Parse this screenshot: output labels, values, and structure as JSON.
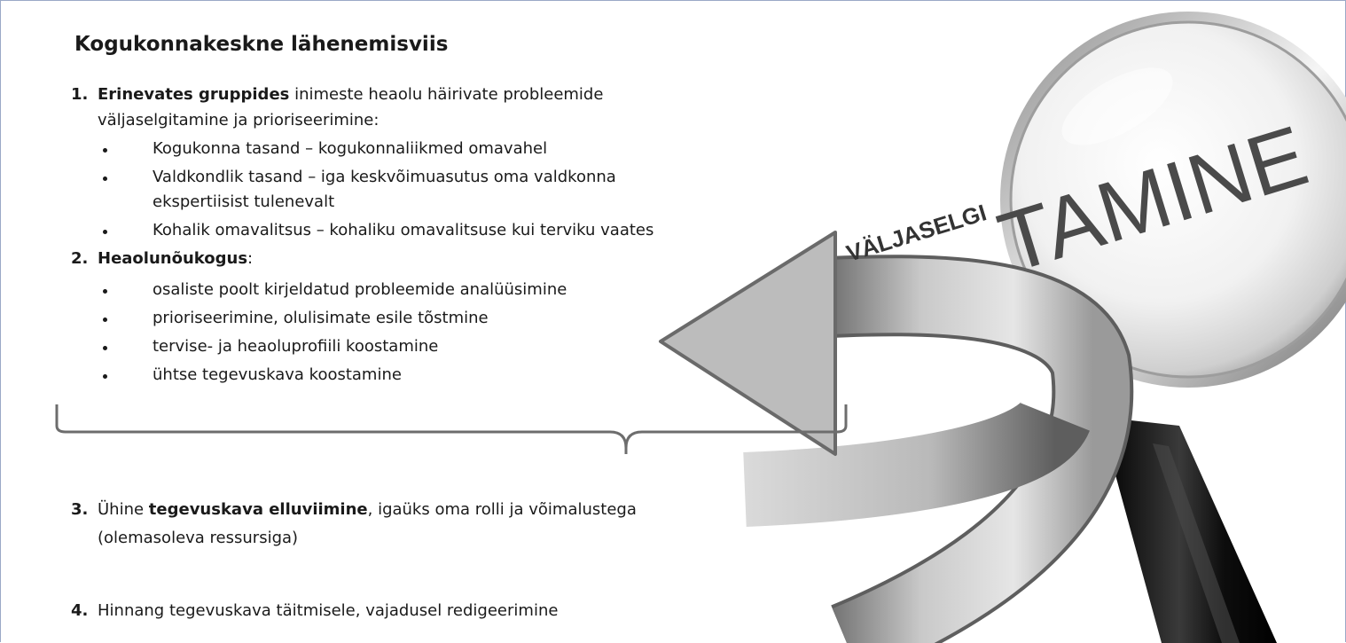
{
  "title": "Kogukonnakeskne lähenemisviis",
  "items": [
    {
      "number": "1.",
      "bold": "Erinevates gruppides",
      "text_after": " inimeste heaolu häirivate probleemide",
      "line2": "väljaselgitamine ja prioriseerimine:",
      "bullets": [
        {
          "line1": "Kogukonna tasand – kogukonnaliikmed omavahel"
        },
        {
          "line1": "Valdkondlik tasand – iga keskvõimuasutus oma valdkonna",
          "line2": "ekspertiisist tulenevalt"
        },
        {
          "line1": "Kohalik omavalitsus – kohaliku omavalitsuse kui terviku vaates"
        }
      ]
    },
    {
      "number": "2.",
      "bold": "Heaolunõukogus",
      "text_after": ":",
      "bullets": [
        {
          "line1": "osaliste poolt kirjeldatud probleemide analüüsimine"
        },
        {
          "line1": "prioriseerimine, olulisimate esile tõstmine"
        },
        {
          "line1": "tervise- ja heaoluprofiili koostamine"
        },
        {
          "line1": "ühtse tegevuskava koostamine"
        }
      ]
    },
    {
      "number": "3.",
      "text_before": "Ühine ",
      "bold": "tegevuskava elluviimine",
      "text_after": ", igaüks oma rolli ja võimalustega",
      "line2": "(olemasoleva ressursiga)"
    },
    {
      "number": "4.",
      "text_before": "Hinnang tegevuskava täitmisele, vajadusel redigeerimine"
    }
  ],
  "graphic": {
    "word_left": "VÄLJASELGI",
    "word_lens": "TAMINE",
    "icon": "magnifying-glass-icon",
    "arrow_icon": "curved-arrow-icon"
  },
  "colors": {
    "frame": "#9aa9c6",
    "text": "#1a1a1a",
    "arrow_light": "#cfcfcf",
    "arrow_dark": "#6f6f6f",
    "handle": "#111111"
  }
}
